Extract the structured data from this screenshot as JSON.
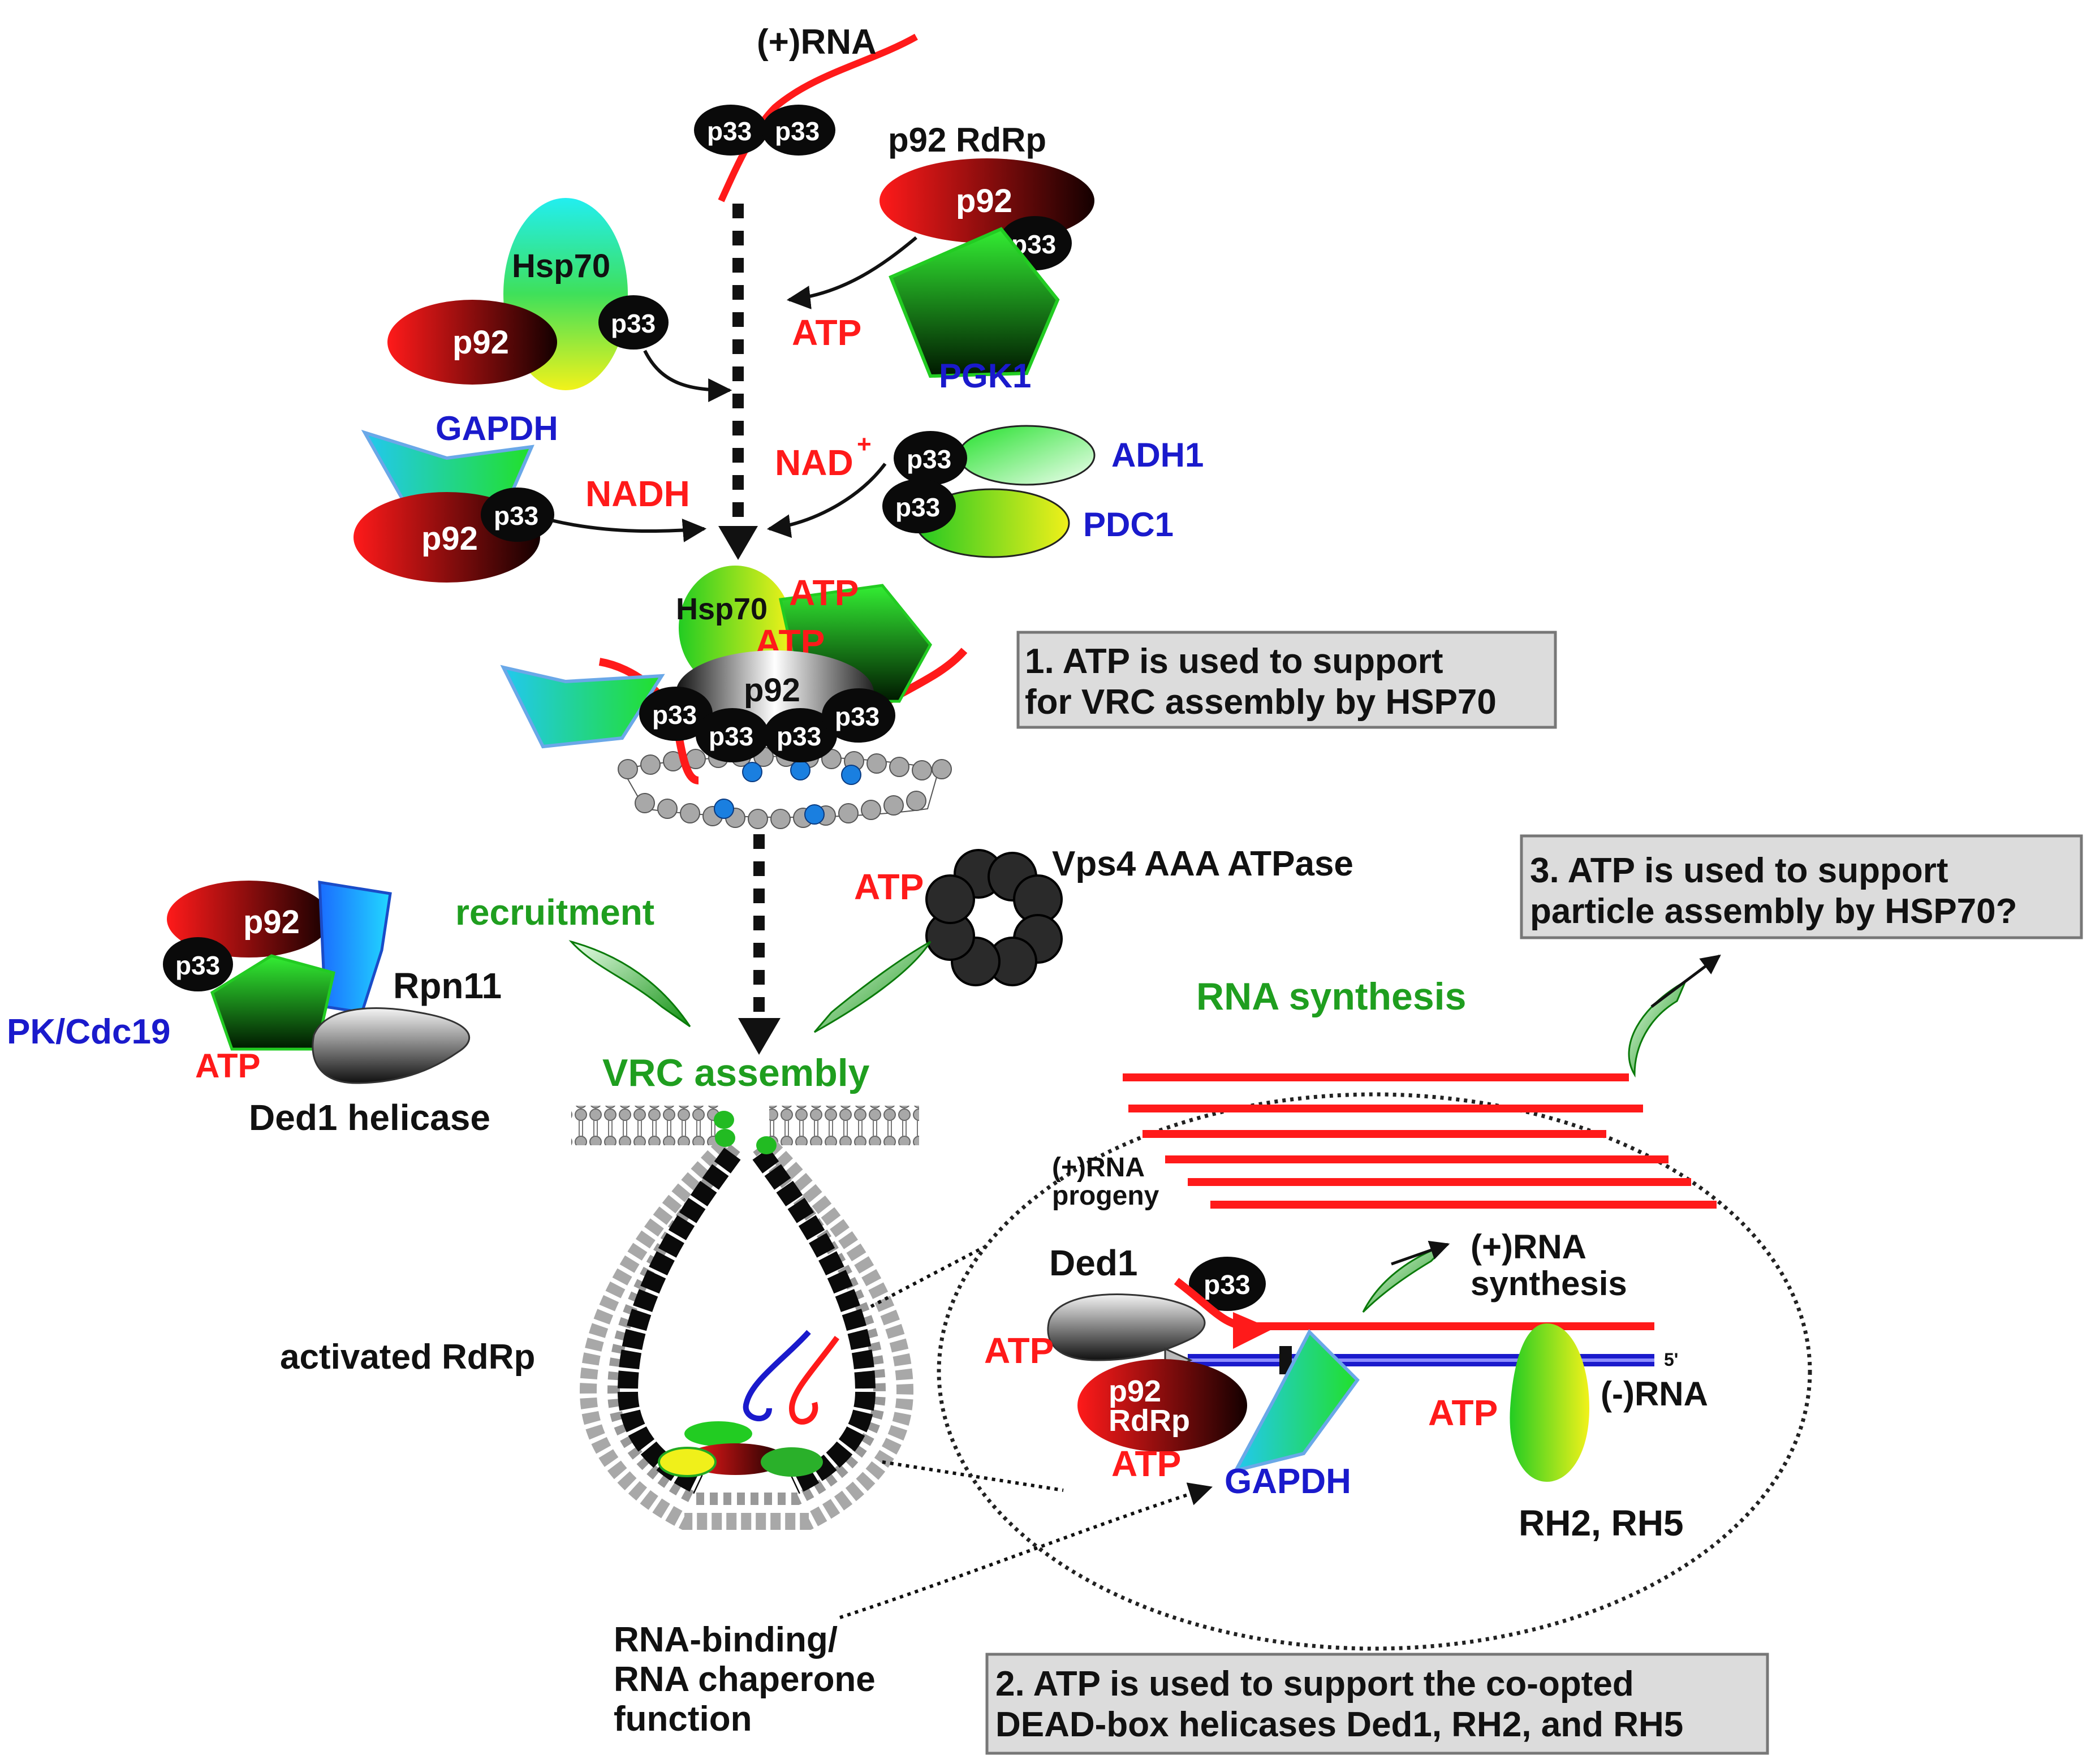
{
  "labels": {
    "plus_rna_top": "(+)RNA",
    "p33": "p33",
    "p92": "p92",
    "p92_rdrp": "p92 RdRp",
    "hsp70": "Hsp70",
    "pgk1": "PGK1",
    "gapdh": "GAPDH",
    "adh1": "ADH1",
    "pdc1": "PDC1",
    "nadh": "NADH",
    "nad_plus": "NAD",
    "nad_sup": "+",
    "atp": "ATP",
    "vps4": "Vps4 AAA ATPase",
    "recruitment": "recruitment",
    "vrc_assembly": "VRC assembly",
    "rpn11": "Rpn11",
    "pk_cdc19": "PK/Cdc19",
    "ded1_helicase": "Ded1 helicase",
    "activated_rdrp": "activated RdRp",
    "rna_synthesis": "RNA synthesis",
    "plus_rna_progeny_1": "(+)RNA",
    "plus_rna_progeny_2": "progeny",
    "ded1": "Ded1",
    "plus_rna_synthesis_1": "(+)RNA",
    "plus_rna_synthesis_2": "synthesis",
    "minus_rna": "(-)RNA",
    "five_prime": "5'",
    "p92_rdrp_1": "p92",
    "p92_rdrp_2": "RdRp",
    "rh2_rh5": "RH2, RH5",
    "rna_binding_1": "RNA-binding/",
    "rna_binding_2": "RNA chaperone",
    "rna_binding_3": "function"
  },
  "boxes": {
    "box1_line1": "1. ATP is used to support",
    "box1_line2": "for VRC assembly by HSP70",
    "box2_line1": "2. ATP is used to support the co-opted",
    "box2_line2": "DEAD-box helicases Ded1, RH2, and RH5",
    "box3_line1": "3. ATP is used to support",
    "box3_line2": "particle assembly by HSP70?"
  },
  "colors": {
    "atp_red": "#ff1a1a",
    "host_blue": "#1a1acc",
    "process_green": "#1f9e1f",
    "box_fill": "#dcdcdc"
  }
}
